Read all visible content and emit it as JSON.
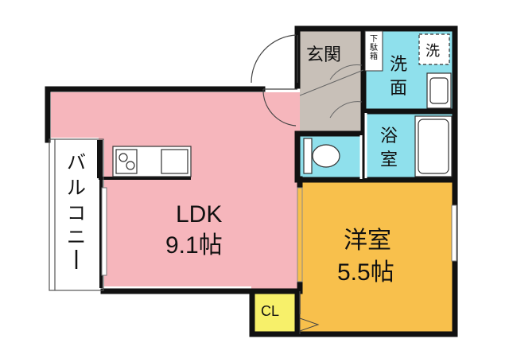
{
  "rooms": {
    "genkan": "玄関",
    "getabako": [
      "下",
      "駄",
      "箱"
    ],
    "sento": [
      "洗",
      "面"
    ],
    "sentakuki": "洗",
    "yokushitsu": [
      "浴",
      "室"
    ],
    "ldk": "LDK",
    "ldk_size": "9.1帖",
    "youshitsu": "洋室",
    "youshitsu_size": "5.5帖",
    "closet": "CL",
    "balcony": [
      "バ",
      "ル",
      "コ",
      "ニ",
      "ー"
    ]
  },
  "colors": {
    "ldk": "#f6b6bc",
    "youshitsu": "#f8c04c",
    "wet": "#8fe0ec",
    "entrance": "#c8c0b8",
    "closet": "#f7f06a",
    "wall": "#111111"
  }
}
